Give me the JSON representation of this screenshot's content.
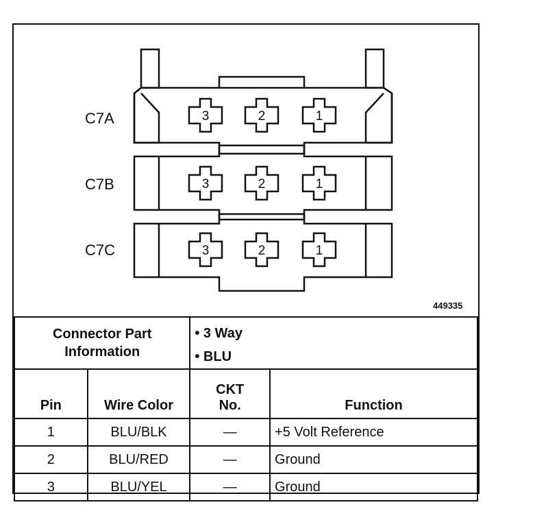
{
  "figure_ref": "449335",
  "connector_rows": [
    {
      "label": "C7A",
      "pins": [
        "3",
        "2",
        "1"
      ]
    },
    {
      "label": "C7B",
      "pins": [
        "3",
        "2",
        "1"
      ]
    },
    {
      "label": "C7C",
      "pins": [
        "3",
        "2",
        "1"
      ]
    }
  ],
  "part_info": {
    "label_line1": "Connector Part",
    "label_line2": "Information",
    "items": [
      "• 3 Way",
      "• BLU"
    ]
  },
  "table": {
    "headers": {
      "pin": "Pin",
      "wire_color": "Wire Color",
      "ckt_line1": "CKT",
      "ckt_line2": "No.",
      "function": "Function"
    },
    "rows": [
      {
        "pin": "1",
        "wire_color": "BLU/BLK",
        "ckt": "—",
        "function": "+5 Volt Reference"
      },
      {
        "pin": "2",
        "wire_color": "BLU/RED",
        "ckt": "—",
        "function": "Ground"
      },
      {
        "pin": "3",
        "wire_color": "BLU/YEL",
        "ckt": "—",
        "function": "Ground"
      }
    ]
  }
}
